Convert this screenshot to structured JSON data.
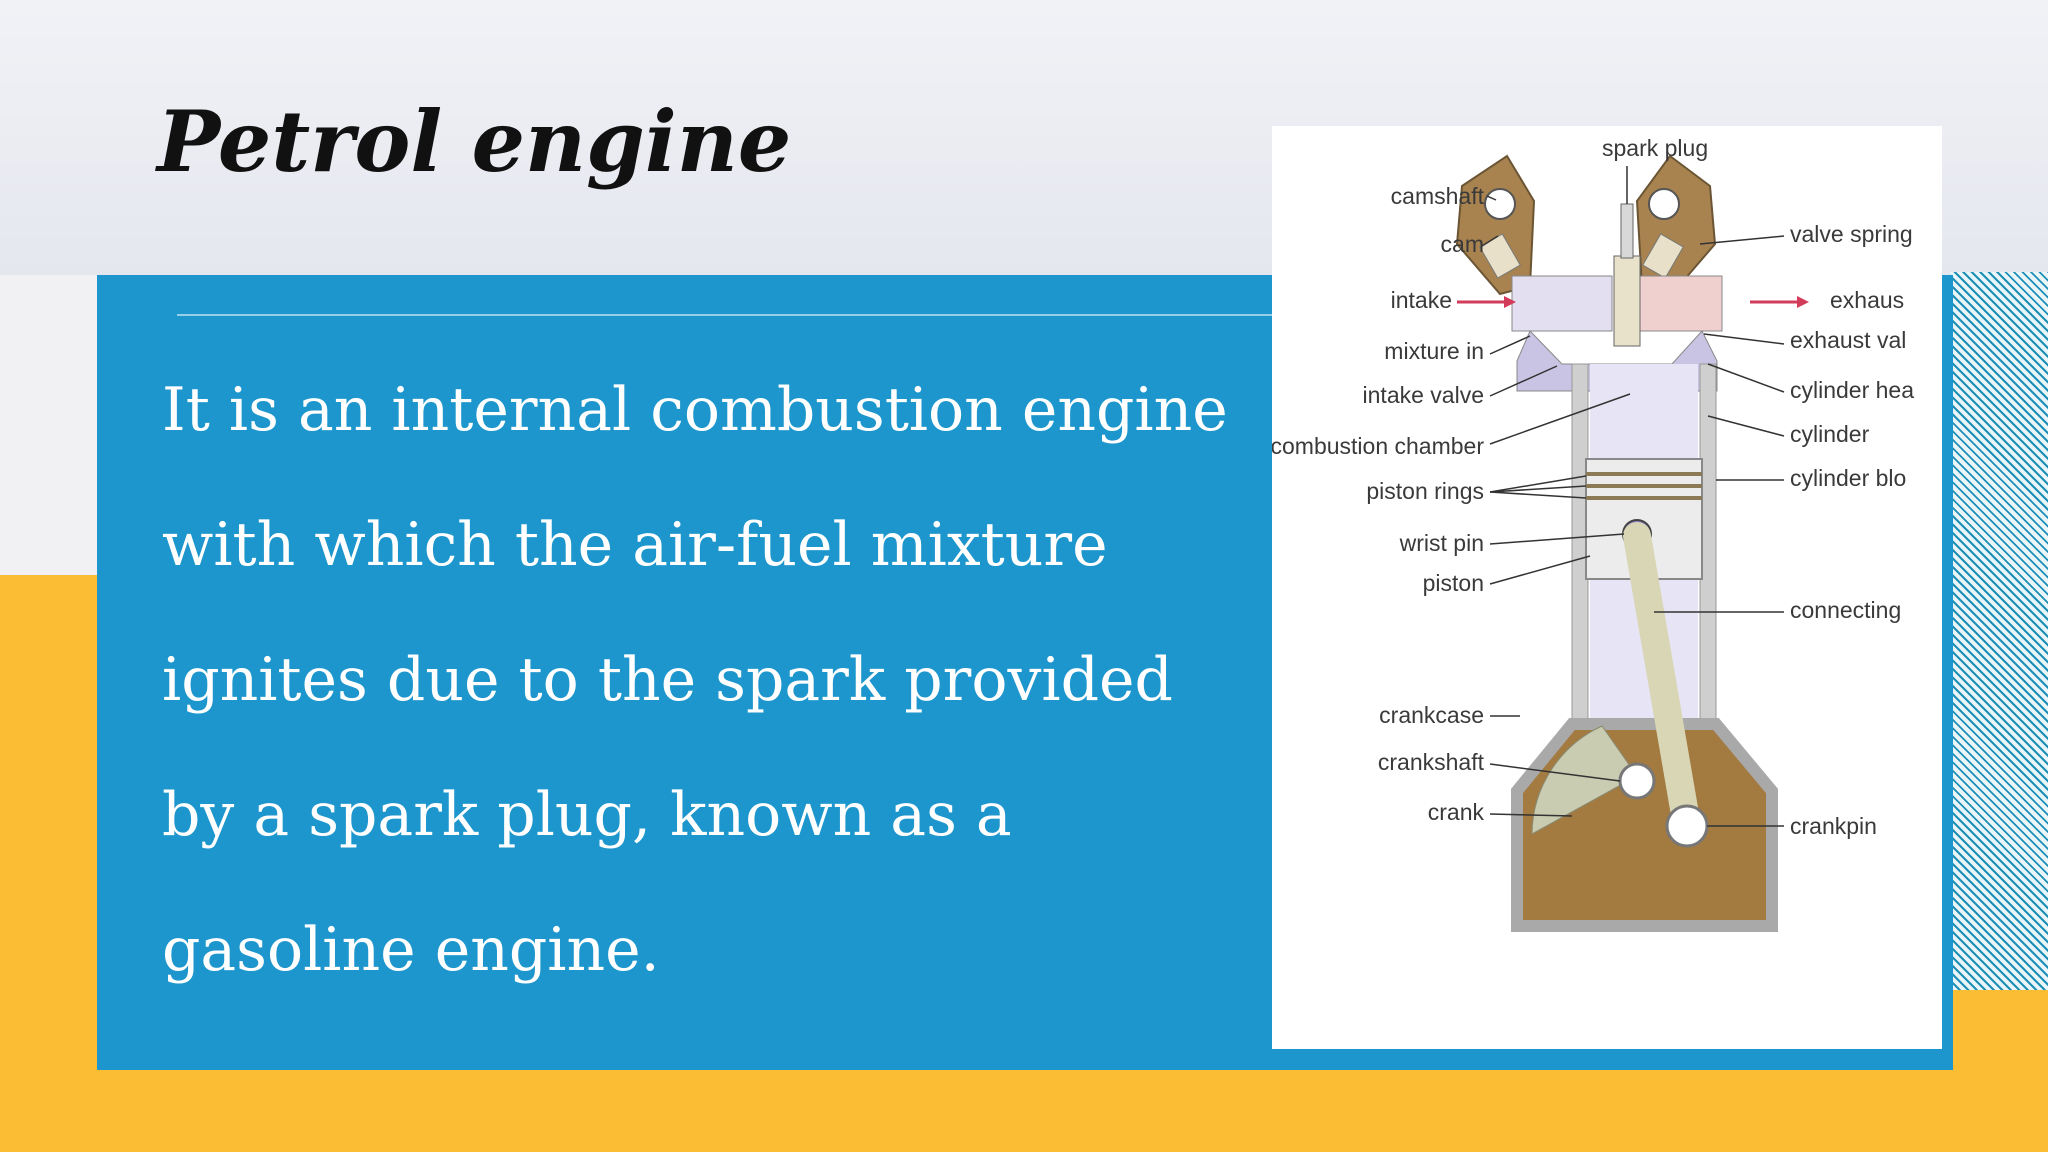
{
  "slide": {
    "title": "Petrol engine",
    "body": "It is an internal combustion engine with which the air-fuel mixture ignites due to the spark provided by a spark plug, known as a gasoline engine."
  },
  "diagram": {
    "labels": {
      "spark_plug": "spark plug",
      "camshaft": "camshaft",
      "cam": "cam",
      "intake": "intake",
      "mixture_in": "mixture in",
      "intake_valve": "intake valve",
      "combustion_chamber": "combustion chamber",
      "piston_rings": "piston rings",
      "wrist_pin": "wrist pin",
      "piston": "piston",
      "crankcase": "crankcase",
      "crankshaft": "crankshaft",
      "crank": "crank",
      "valve_spring": "valve spring",
      "exhaust": "exhaus",
      "exhaust_valve": "exhaust val",
      "cylinder_head": "cylinder hea",
      "cylinder": "cylinder",
      "cylinder_block": "cylinder blo",
      "connecting_rod": "connecting",
      "crankpin": "crankpin"
    }
  },
  "colors": {
    "panel_blue": "#1c96cc",
    "accent_yellow": "#fbbd33",
    "crankcase_brown": "#a37a40"
  }
}
